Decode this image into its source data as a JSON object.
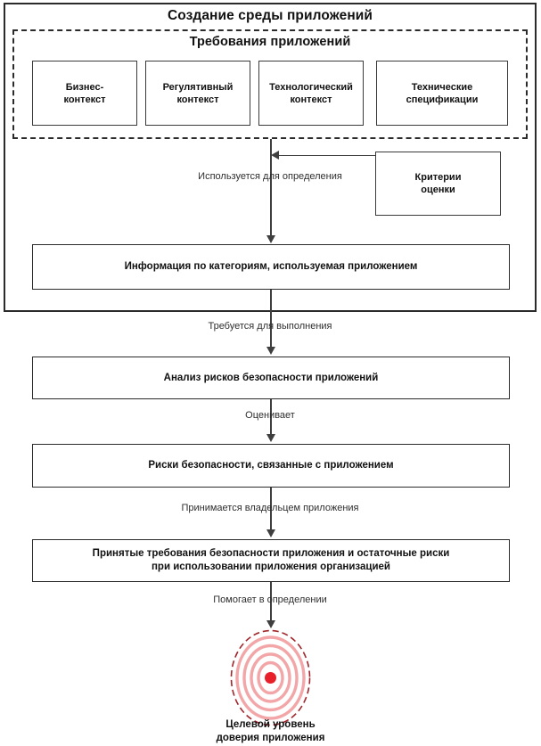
{
  "diagram": {
    "title": "Создание среды приложений",
    "outer_container_name": "Создание среды приложений",
    "requirements_group": {
      "title": "Требования приложений",
      "boxes": [
        {
          "label": "Бизнес-\nконтекст"
        },
        {
          "label": "Регулятивный\nконтекст"
        },
        {
          "label": "Технологический\nконтекст"
        },
        {
          "label": "Технические\nспецификации"
        }
      ]
    },
    "criteria_box": {
      "label": "Критерии\nоценки"
    },
    "process_boxes": [
      {
        "id": "info",
        "label": "Информация по категориям, используемая приложением"
      },
      {
        "id": "analysis",
        "label": "Анализ рисков безопасности приложений"
      },
      {
        "id": "risks",
        "label": "Риски безопасности, связанные с приложением"
      },
      {
        "id": "accepted",
        "label": "Принятые требования безопасности приложения и остаточные риски\nпри использовании приложения организацией"
      }
    ],
    "edge_labels": [
      {
        "id": "defines",
        "text": "Используется для определения"
      },
      {
        "id": "required",
        "text": "Требуется для выполнения"
      },
      {
        "id": "evaluates",
        "text": "Оценивает"
      },
      {
        "id": "accepted-by",
        "text": "Принимается владельцем приложения"
      },
      {
        "id": "helps",
        "text": "Помогает в определении"
      }
    ],
    "target": {
      "caption": "Целевой уровень\nдоверия приложения"
    },
    "colors": {
      "line": "#3f3f3f",
      "box_border": "#2b2b2b",
      "text": "#111111",
      "target_center": "#e8202a",
      "target_ring": "#f2a6a8",
      "target_outline": "#a0262b",
      "background": "#ffffff"
    }
  }
}
